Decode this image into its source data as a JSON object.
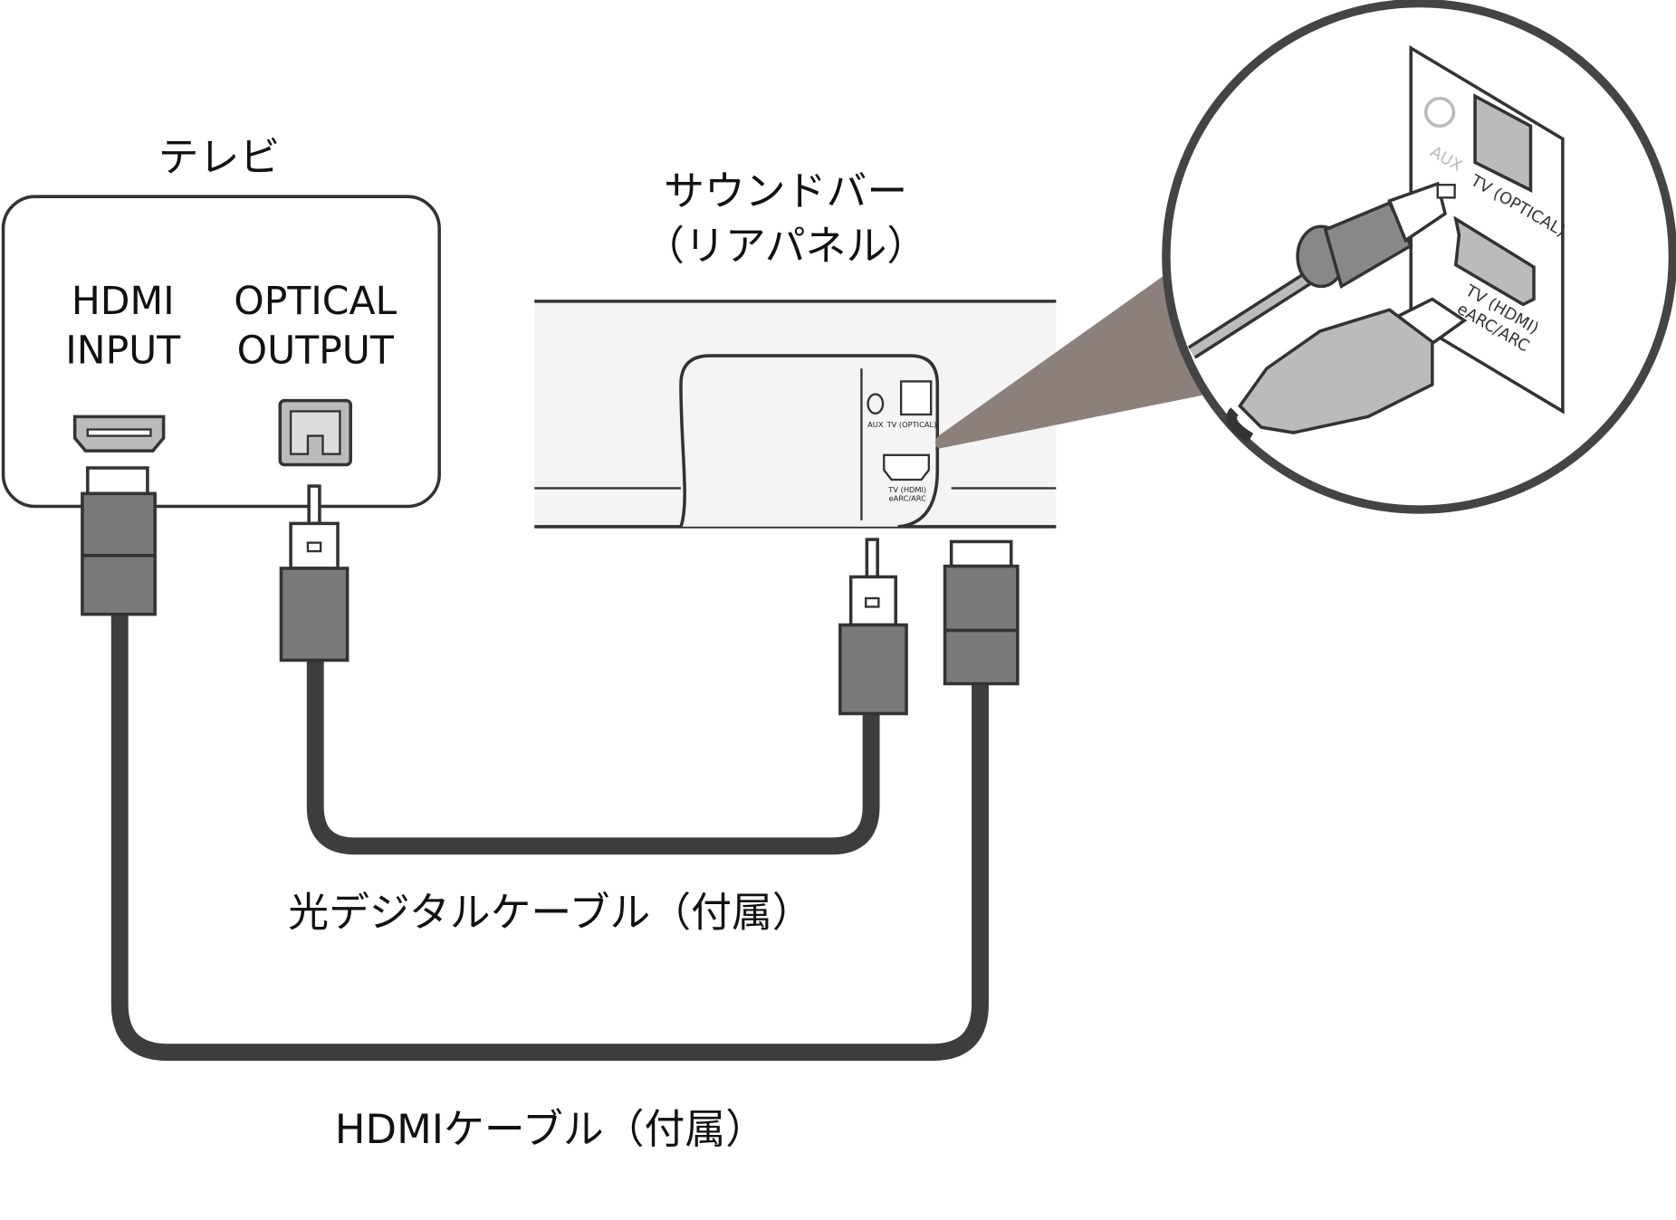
{
  "tv": {
    "title": "テレビ",
    "hdmi_label_1": "HDMI",
    "hdmi_label_2": "INPUT",
    "optical_label_1": "OPTICAL",
    "optical_label_2": "OUTPUT"
  },
  "soundbar": {
    "title_1": "サウンドバー",
    "title_2": "（リアパネル）",
    "aux_label": "AUX",
    "optical_label": "TV (OPTICAL)",
    "hdmi_label_1": "TV (HDMI)",
    "hdmi_label_2": "eARC/ARC"
  },
  "zoom_panel": {
    "aux_label": "AUX",
    "optical_label": "TV (OPTICAL)",
    "hdmi_label_1": "TV (HDMI)",
    "hdmi_label_2": "eARC/ARC"
  },
  "cables": {
    "optical": "光デジタルケーブル（付属）",
    "hdmi": "HDMIケーブル（付属）"
  },
  "colors": {
    "cable": "#3d3d3d",
    "plug": "#7a7a7a",
    "wedge": "#8b807b"
  }
}
